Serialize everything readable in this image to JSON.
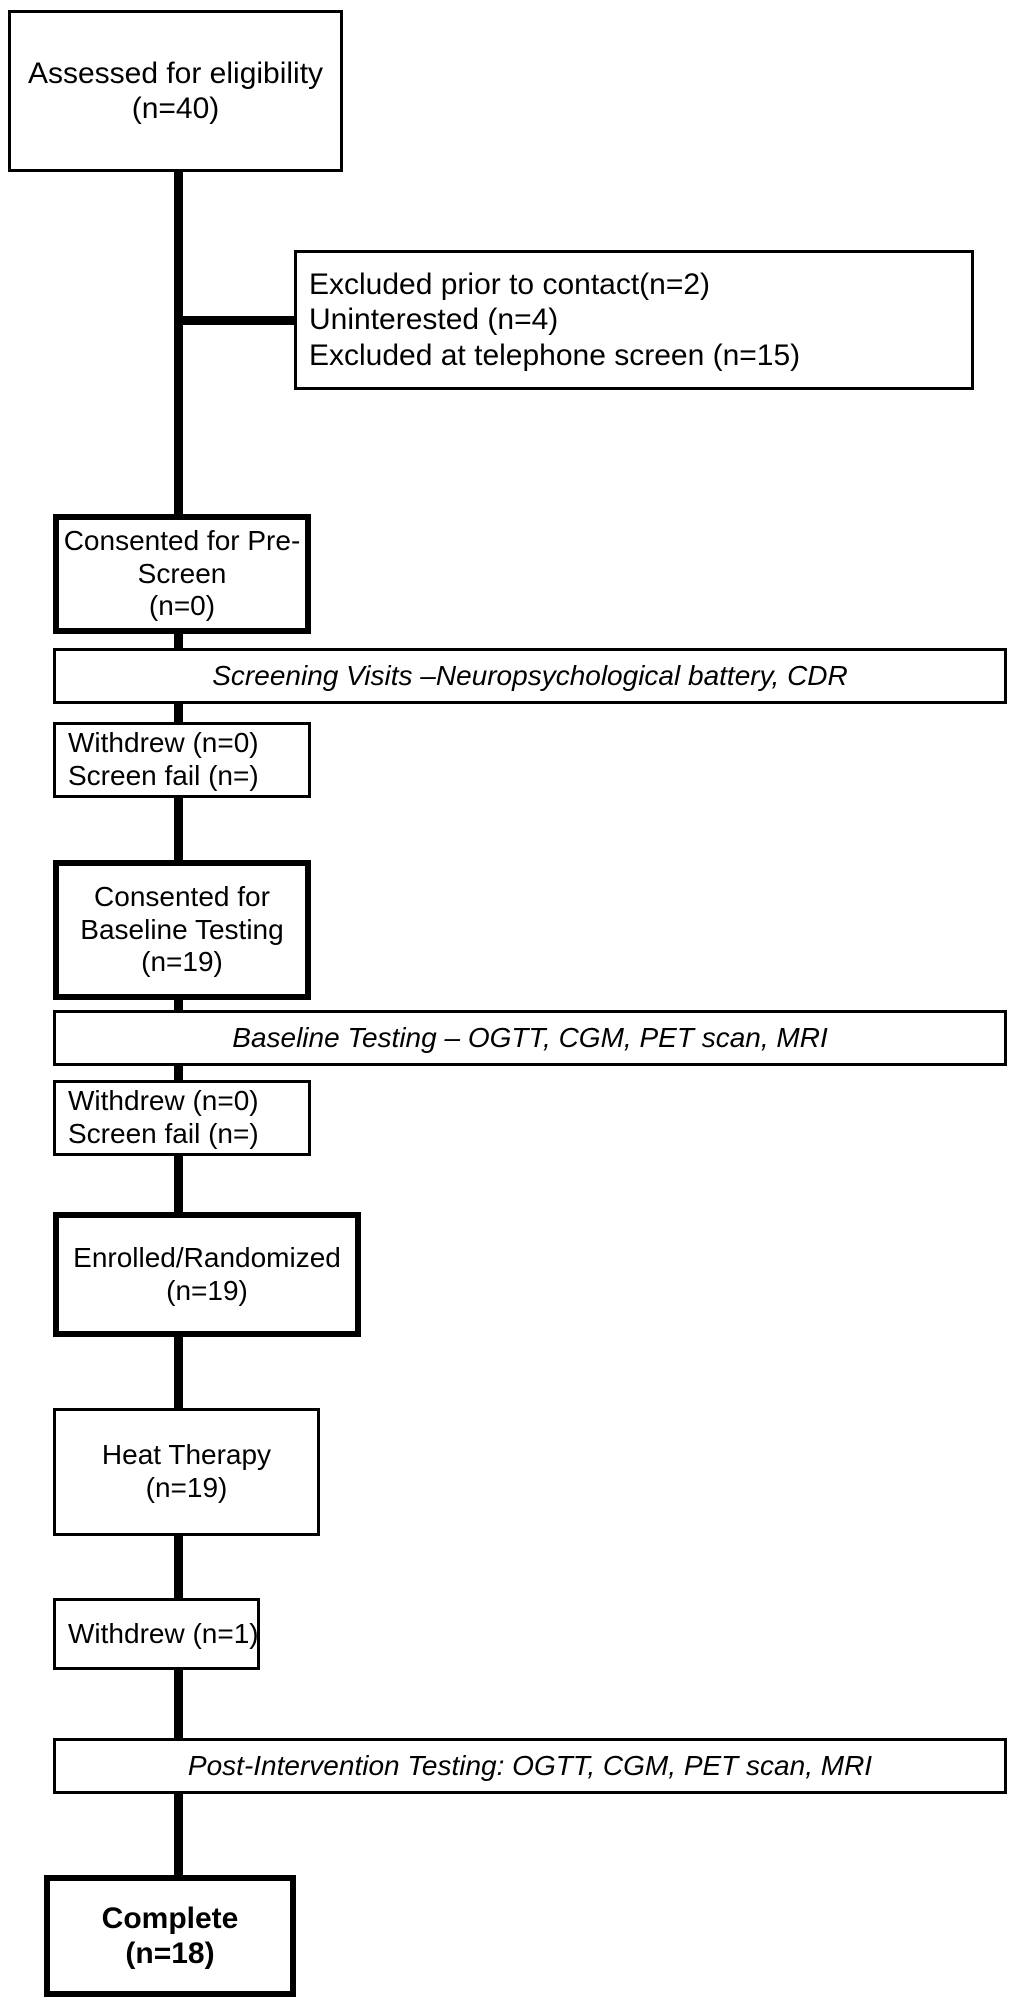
{
  "diagram": {
    "title": "CONSORT participant flow diagram",
    "line_color": "#000000",
    "box_fill": "#ffffff",
    "nodes": [
      {
        "id": "assessed",
        "name": "assessed-for-eligibility-box",
        "align": "center",
        "weight": "normal",
        "style": "thin",
        "lines": [
          "Assessed for eligibility",
          "(n=40)"
        ]
      },
      {
        "id": "excluded",
        "name": "excluded-box",
        "align": "left",
        "weight": "normal",
        "style": "thin",
        "lines": [
          "Excluded prior to contact(n=2)",
          "Uninterested (n=4)",
          "Excluded at telephone screen (n=15)"
        ]
      },
      {
        "id": "consented-prescreen",
        "name": "consented-pre-screen-box",
        "align": "center",
        "weight": "normal",
        "style": "thick",
        "lines": [
          "Consented for Pre-",
          "Screen",
          "(n=0)"
        ]
      },
      {
        "id": "screening-visits",
        "name": "screening-visits-banner",
        "align": "center",
        "weight": "italic",
        "style": "thin",
        "lines": [
          "Screening Visits  –Neuropsychological battery, CDR"
        ]
      },
      {
        "id": "withdrew-1",
        "name": "withdrew-screen-fail-box-1",
        "align": "left",
        "weight": "normal",
        "style": "thin",
        "lines": [
          "Withdrew (n=0)",
          "Screen fail (n=)"
        ]
      },
      {
        "id": "consented-baseline",
        "name": "consented-baseline-testing-box",
        "align": "center",
        "weight": "normal",
        "style": "thick",
        "lines": [
          "Consented for",
          "Baseline Testing",
          "(n=19)"
        ]
      },
      {
        "id": "baseline-testing",
        "name": "baseline-testing-banner",
        "align": "center",
        "weight": "italic",
        "style": "thin",
        "lines": [
          "Baseline Testing – OGTT, CGM, PET scan, MRI"
        ]
      },
      {
        "id": "withdrew-2",
        "name": "withdrew-screen-fail-box-2",
        "align": "left",
        "weight": "normal",
        "style": "thin",
        "lines": [
          "Withdrew (n=0)",
          "Screen fail (n=)"
        ]
      },
      {
        "id": "enrolled",
        "name": "enrolled-randomized-box",
        "align": "center",
        "weight": "normal",
        "style": "thick",
        "lines": [
          "Enrolled/Randomized",
          "(n=19)"
        ]
      },
      {
        "id": "heat-therapy",
        "name": "heat-therapy-box",
        "align": "center",
        "weight": "normal",
        "style": "thin",
        "lines": [
          "Heat Therapy",
          "(n=19)"
        ]
      },
      {
        "id": "withdrew-3",
        "name": "withdrew-box-3",
        "align": "left",
        "weight": "normal",
        "style": "thin",
        "lines": [
          "Withdrew (n=1)"
        ]
      },
      {
        "id": "post-intervention",
        "name": "post-intervention-testing-banner",
        "align": "center",
        "weight": "italic",
        "style": "thin",
        "lines": [
          "Post-Intervention Testing:  OGTT, CGM, PET scan, MRI"
        ]
      },
      {
        "id": "complete",
        "name": "complete-box",
        "align": "center",
        "weight": "bold",
        "style": "thick",
        "lines": [
          "Complete",
          "(n=18)"
        ]
      }
    ]
  }
}
